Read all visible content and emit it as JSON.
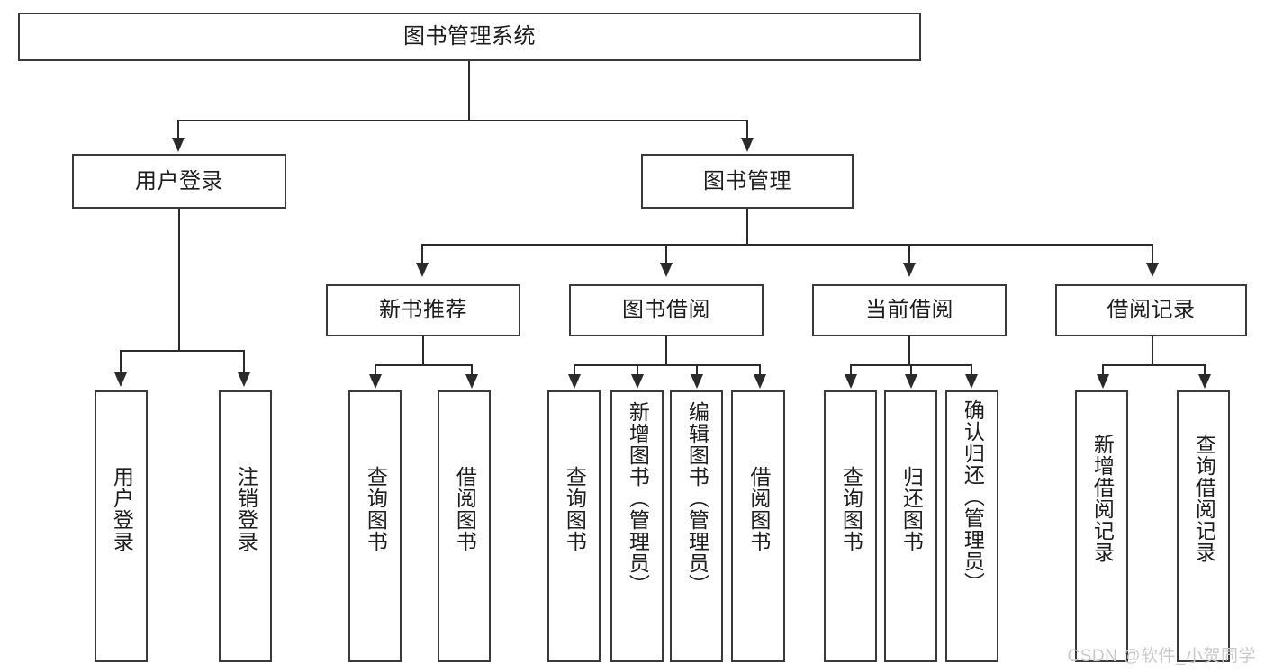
{
  "diagram": {
    "type": "tree-hierarchy",
    "title": "图书管理系统",
    "watermark": "CSDN @软件_小贺同学",
    "colors": {
      "box_border": "#3a3a3a",
      "line": "#2b2b2b",
      "text": "#1c1c1c",
      "background": "#ffffff",
      "watermark": "#c9c9c9"
    },
    "root": {
      "label": "图书管理系统"
    },
    "level2": [
      {
        "label": "用户登录"
      },
      {
        "label": "图书管理"
      }
    ],
    "level3": [
      {
        "label": "新书推荐"
      },
      {
        "label": "图书借阅"
      },
      {
        "label": "当前借阅"
      },
      {
        "label": "借阅记录"
      }
    ],
    "leaves": {
      "user_login": [
        {
          "label": "用户登录"
        },
        {
          "label": "注销登录"
        }
      ],
      "new_book_recommend": [
        {
          "label": "查询图书"
        },
        {
          "label": "借阅图书"
        }
      ],
      "book_borrow": [
        {
          "label": "查询图书"
        },
        {
          "label": "新增图书（管理员）"
        },
        {
          "label": "编辑图书（管理员）"
        },
        {
          "label": "借阅图书"
        }
      ],
      "current_borrow": [
        {
          "label": "查询图书"
        },
        {
          "label": "归还图书"
        },
        {
          "label": "确认归还（管理员）"
        }
      ],
      "borrow_record": [
        {
          "label": "新增借阅记录"
        },
        {
          "label": "查询借阅记录"
        }
      ]
    }
  }
}
